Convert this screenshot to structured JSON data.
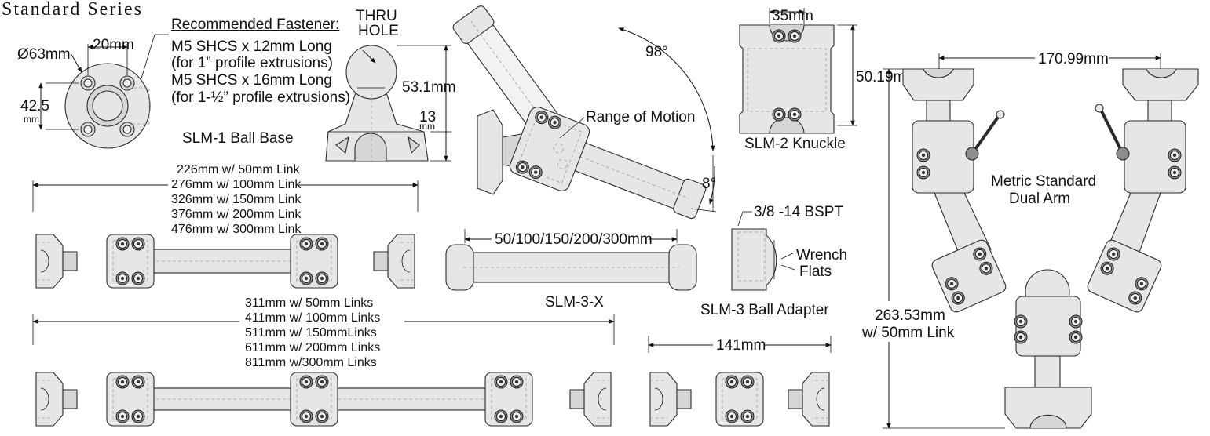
{
  "title": "Standard Series",
  "fastener": {
    "heading": "Recommended Fastener:",
    "line1": "M5 SHCS x 12mm Long",
    "line2": "(for 1” profile extrusions)",
    "line3": "M5 SHCS x 16mm Long",
    "line4": "(for 1-½” profile extrusions)"
  },
  "slm1": {
    "name": "SLM-1 Ball Base",
    "dia": "Ø63mm",
    "pitch": "20mm",
    "height_val": "42.5",
    "height_unit": "mm",
    "thru_line1": "THRU",
    "thru_line2": "HOLE",
    "overall": "53.1mm",
    "base_val": "13",
    "base_unit": "mm"
  },
  "rom": {
    "label": "Range of Motion",
    "angle_large": "98°",
    "angle_small": "8°"
  },
  "slm2": {
    "name": "SLM-2 Knuckle",
    "width": "35mm",
    "height": "50.19mm"
  },
  "single_arm_lengths": [
    "226mm w/ 50mm Link",
    "276mm w/ 100mm Link",
    "326mm w/ 150mm Link",
    "376mm w/ 200mm Link",
    "476mm w/ 300mm Link"
  ],
  "slm3x": {
    "name": "SLM-3-X",
    "lengths": "50/100/150/200/300mm"
  },
  "adapter": {
    "name": "SLM-3 Ball Adapter",
    "thread": "3/8 -14 BSPT",
    "flats_line1": "Wrench",
    "flats_line2": "Flats"
  },
  "double_arm_lengths": [
    "311mm w/ 50mm Links",
    "411mm w/ 100mm Links",
    "511mm w/ 150mmLinks",
    "611mm w/ 200mm Links",
    "811mm w/300mm Links"
  ],
  "short_arm": {
    "length": "141mm"
  },
  "dual_arm": {
    "name_line1": "Metric Standard",
    "name_line2": "Dual Arm",
    "width": "170.99mm",
    "height_line1": "263.53mm",
    "height_line2": "w/ 50mm Link"
  },
  "colors": {
    "line": "#2a2a2a",
    "fill": "#e6e6e6",
    "bolt": "#8d8d8d"
  }
}
